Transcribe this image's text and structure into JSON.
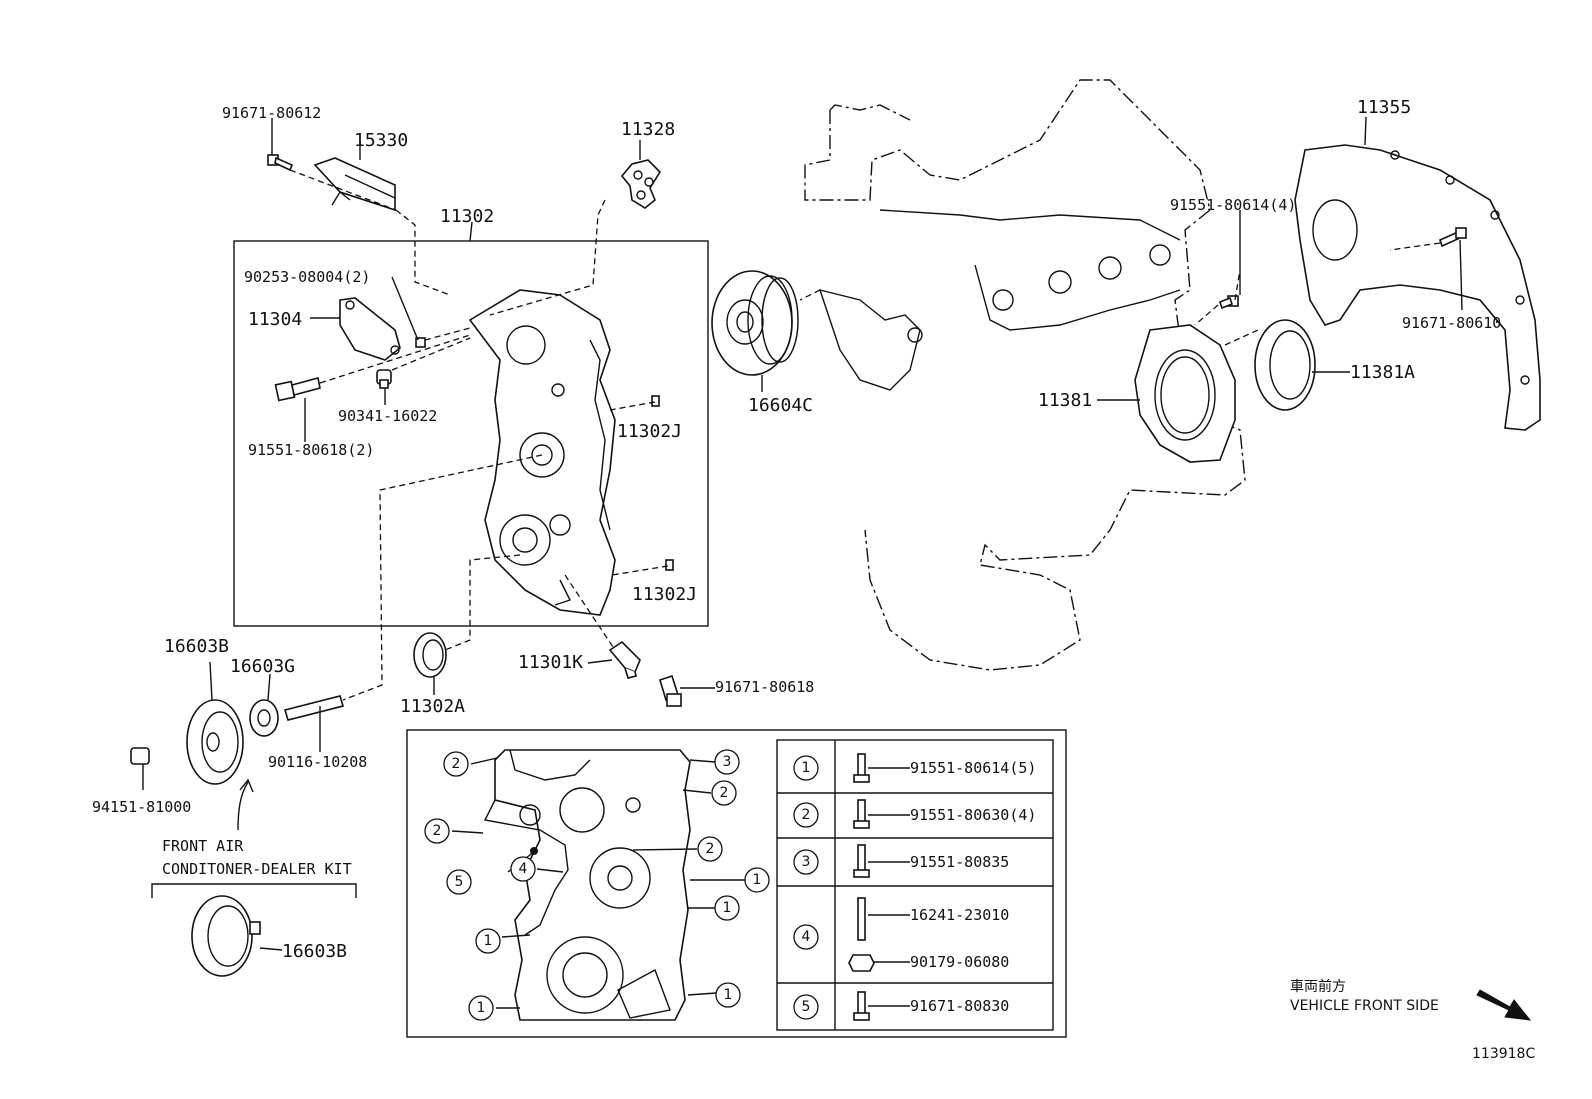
{
  "labels": {
    "p91671_80612": "91671-80612",
    "p15330": "15330",
    "p11328": "11328",
    "p11302": "11302",
    "p90253": "90253-08004(2)",
    "p11304": "11304",
    "p90341": "90341-16022",
    "p91551_80618": "91551-80618(2)",
    "p11302J_a": "11302J",
    "p11302J_b": "11302J",
    "p16604C": "16604C",
    "p11355": "11355",
    "p91551_80614_4": "91551-80614(4)",
    "p91671_80610": "91671-80610",
    "p11381A": "11381A",
    "p11381": "11381",
    "p16603B": "16603B",
    "p16603G": "16603G",
    "p90116": "90116-10208",
    "p94151": "94151-81000",
    "p11302A": "11302A",
    "p11301K": "11301K",
    "p91671_80618": "91671-80618",
    "kit_line1": "FRONT AIR",
    "kit_line2": "CONDITONER-DEALER KIT",
    "kit_16603B": "16603B",
    "vehicle_jp": "車両前方",
    "vehicle_en": "VEHICLE FRONT SIDE",
    "figure_id": "113918C"
  },
  "callouts": {
    "c1": "1",
    "c2": "2",
    "c3": "3",
    "c4": "4",
    "c5": "5"
  },
  "bolt_table": {
    "rows": [
      {
        "num": "1",
        "parts": [
          "91551-80614(5)"
        ]
      },
      {
        "num": "2",
        "parts": [
          "91551-80630(4)"
        ]
      },
      {
        "num": "3",
        "parts": [
          "91551-80835"
        ]
      },
      {
        "num": "4",
        "parts": [
          "16241-23010",
          "90179-06080"
        ]
      },
      {
        "num": "5",
        "parts": [
          "91671-80830"
        ]
      }
    ]
  }
}
